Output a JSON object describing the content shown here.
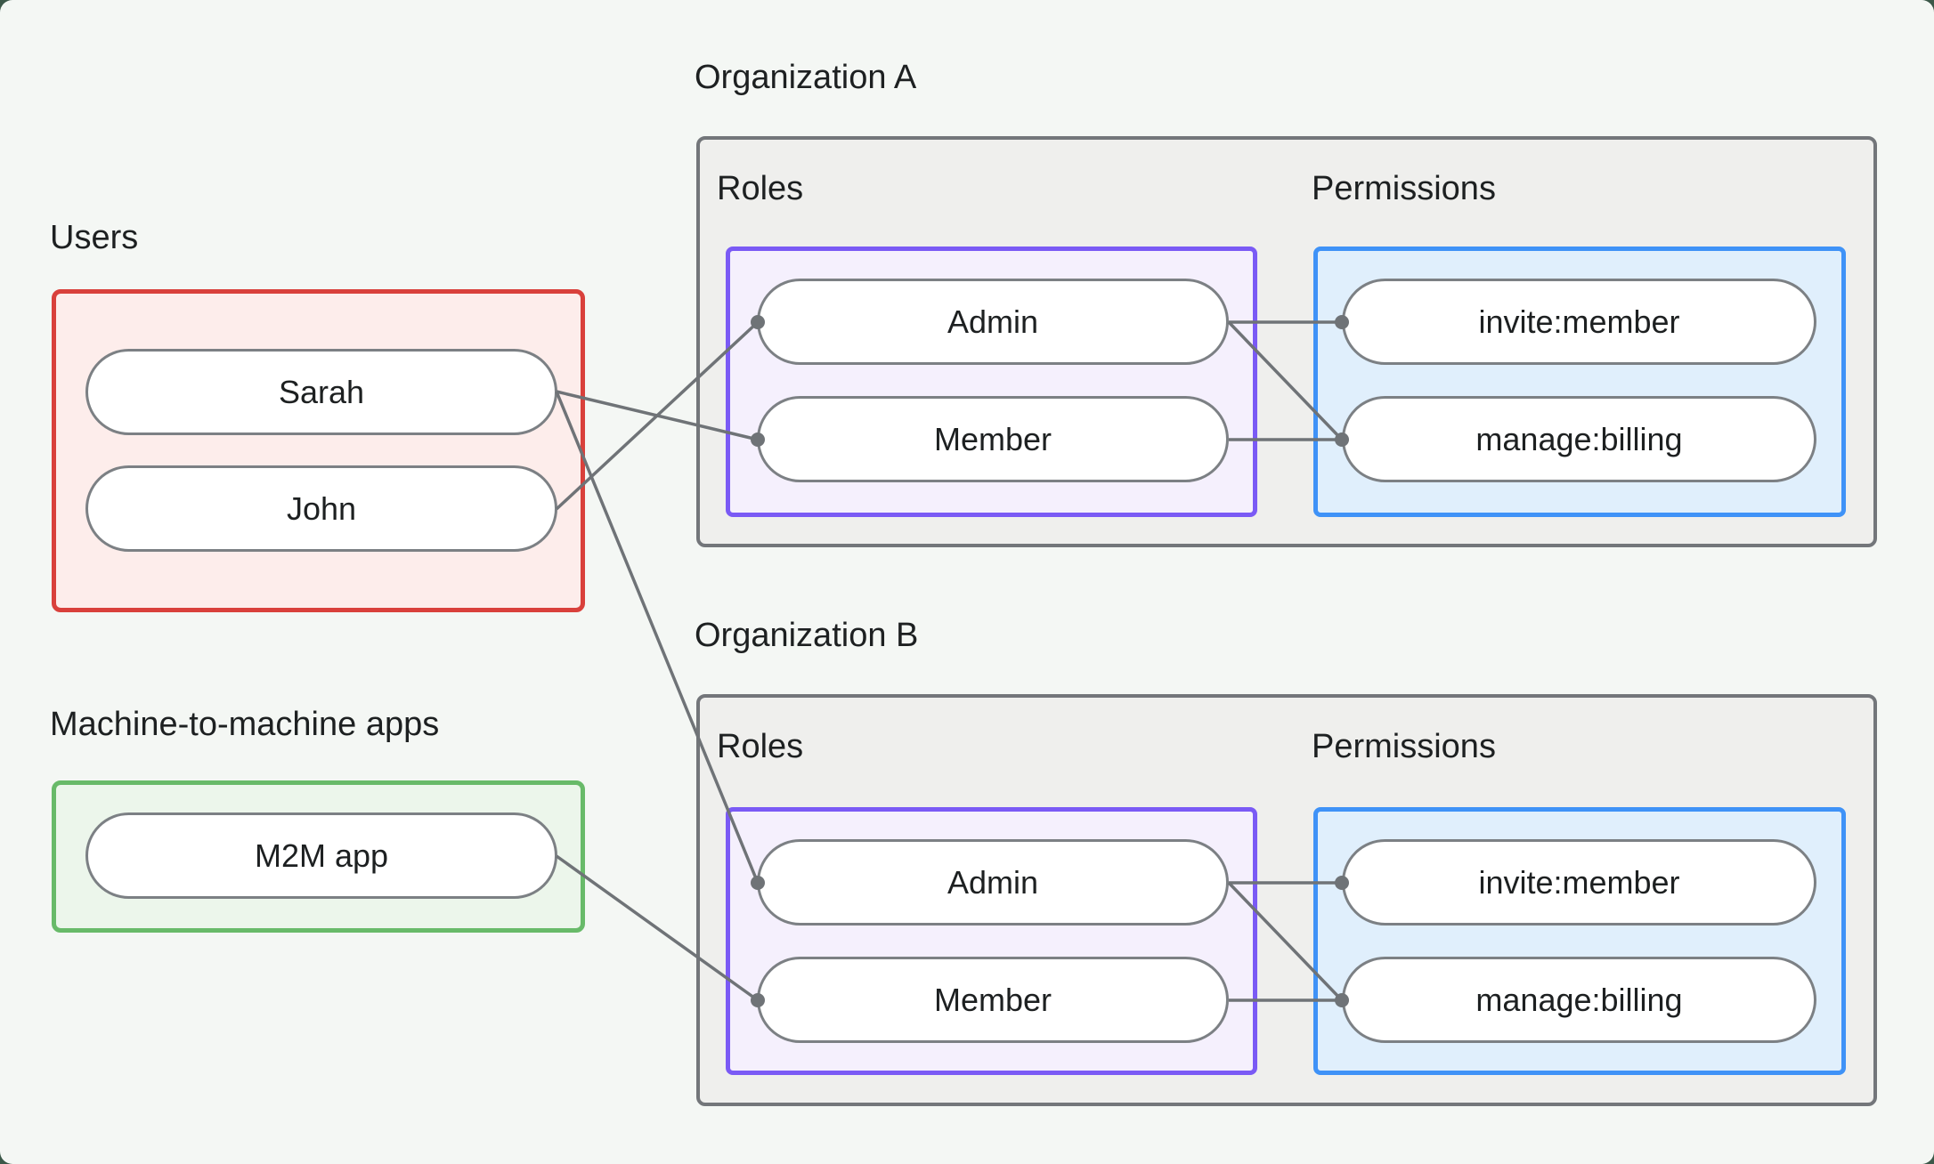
{
  "groups": {
    "users": {
      "label": "Users",
      "items": {
        "0": "Sarah",
        "1": "John"
      }
    },
    "m2m": {
      "label": "Machine-to-machine apps",
      "items": {
        "0": "M2M app"
      }
    }
  },
  "organizations": {
    "a": {
      "title": "Organization A",
      "roles_label": "Roles",
      "roles": {
        "0": "Admin",
        "1": "Member"
      },
      "permissions_label": "Permissions",
      "permissions": {
        "0": "invite:member",
        "1": "manage:billing"
      }
    },
    "b": {
      "title": "Organization B",
      "roles_label": "Roles",
      "roles": {
        "0": "Admin",
        "1": "Member"
      },
      "permissions_label": "Permissions",
      "permissions": {
        "0": "invite:member",
        "1": "manage:billing"
      }
    }
  },
  "edges": [
    {
      "from": "Sarah",
      "to": "Organization A / Member"
    },
    {
      "from": "John",
      "to": "Organization A / Admin"
    },
    {
      "from": "Sarah",
      "to": "Organization B / Admin"
    },
    {
      "from": "M2M app",
      "to": "Organization B / Member"
    },
    {
      "from": "Organization A / Admin",
      "to": "Organization A / invite:member"
    },
    {
      "from": "Organization A / Admin",
      "to": "Organization A / manage:billing"
    },
    {
      "from": "Organization A / Member",
      "to": "Organization A / manage:billing"
    },
    {
      "from": "Organization B / Admin",
      "to": "Organization B / invite:member"
    },
    {
      "from": "Organization B / Admin",
      "to": "Organization B / manage:billing"
    },
    {
      "from": "Organization B / Member",
      "to": "Organization B / manage:billing"
    }
  ],
  "colors": {
    "page_outside": "#3c5849",
    "canvas_background": "#f4f7f4",
    "users_border": "#d9403b",
    "users_fill": "#fdedeb",
    "m2m_border": "#68ba69",
    "m2m_fill": "#ecf6eb",
    "org_border": "#73767a",
    "org_fill": "#efefed",
    "roles_border": "#7a5af5",
    "roles_fill": "#f5f0fd",
    "permissions_border": "#3f92f7",
    "permissions_fill": "#e0effc",
    "pill_border": "#7c8084",
    "pill_fill": "#ffffff",
    "connector": "#6f7377",
    "text": "#1d2021"
  }
}
